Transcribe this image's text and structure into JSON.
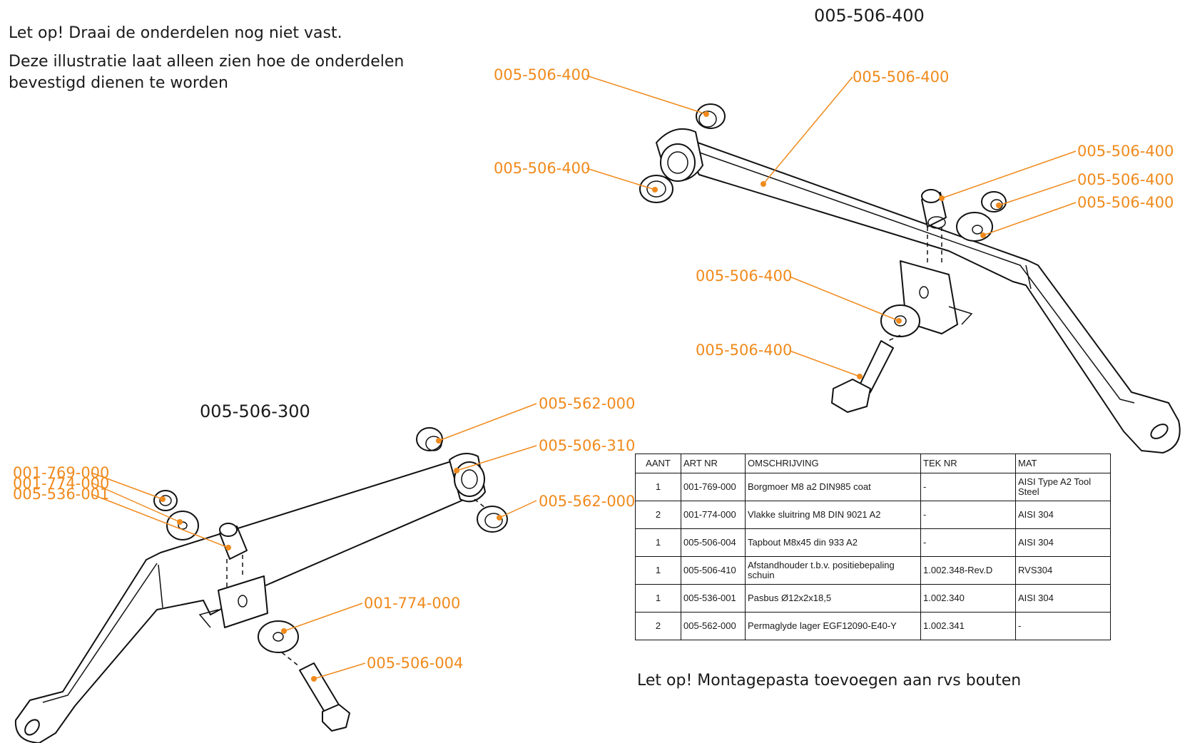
{
  "notes": {
    "line1": "Let op! Draai de onderdelen nog niet vast.",
    "line2": "Deze illustratie laat alleen zien hoe de onderdelen bevestigd dienen te worden",
    "bottom": "Let op! Montagepasta toevoegen aan rvs bouten"
  },
  "assembly_400": {
    "title": "005-506-400",
    "callouts": [
      "005-506-400",
      "005-506-400",
      "005-506-400",
      "005-506-400",
      "005-506-400",
      "005-506-400",
      "005-506-400",
      "005-506-400"
    ]
  },
  "assembly_300": {
    "title": "005-506-300",
    "callouts": [
      "001-769-000",
      "001-774-000",
      "005-536-001",
      "005-562-000",
      "005-506-310",
      "005-562-000",
      "001-774-000",
      "005-506-004"
    ]
  },
  "table": {
    "headers": [
      "AANT",
      "ART NR",
      "OMSCHRIJVING",
      "TEK NR",
      "MAT"
    ],
    "rows": [
      [
        "1",
        "001-769-000",
        "Borgmoer M8 a2 DIN985 coat",
        "-",
        "AISI Type A2 Tool Steel"
      ],
      [
        "2",
        "001-774-000",
        "Vlakke sluitring M8 DIN 9021 A2",
        "-",
        "AISI 304"
      ],
      [
        "1",
        "005-506-004",
        "Tapbout M8x45 din 933 A2",
        "-",
        "AISI 304"
      ],
      [
        "1",
        "005-506-410",
        "Afstandhouder t.b.v. positiebepaling schuin",
        "1.002.348-Rev.D",
        "RVS304"
      ],
      [
        "1",
        "005-536-001",
        " Pasbus Ø12x2x18,5",
        "1.002.340",
        "AISI 304"
      ],
      [
        "2",
        "005-562-000",
        "Permaglyde lager EGF12090-E40-Y",
        "1.002.341",
        "-"
      ]
    ]
  },
  "colors": {
    "callout": "#f08a1c",
    "line": "#111111"
  }
}
